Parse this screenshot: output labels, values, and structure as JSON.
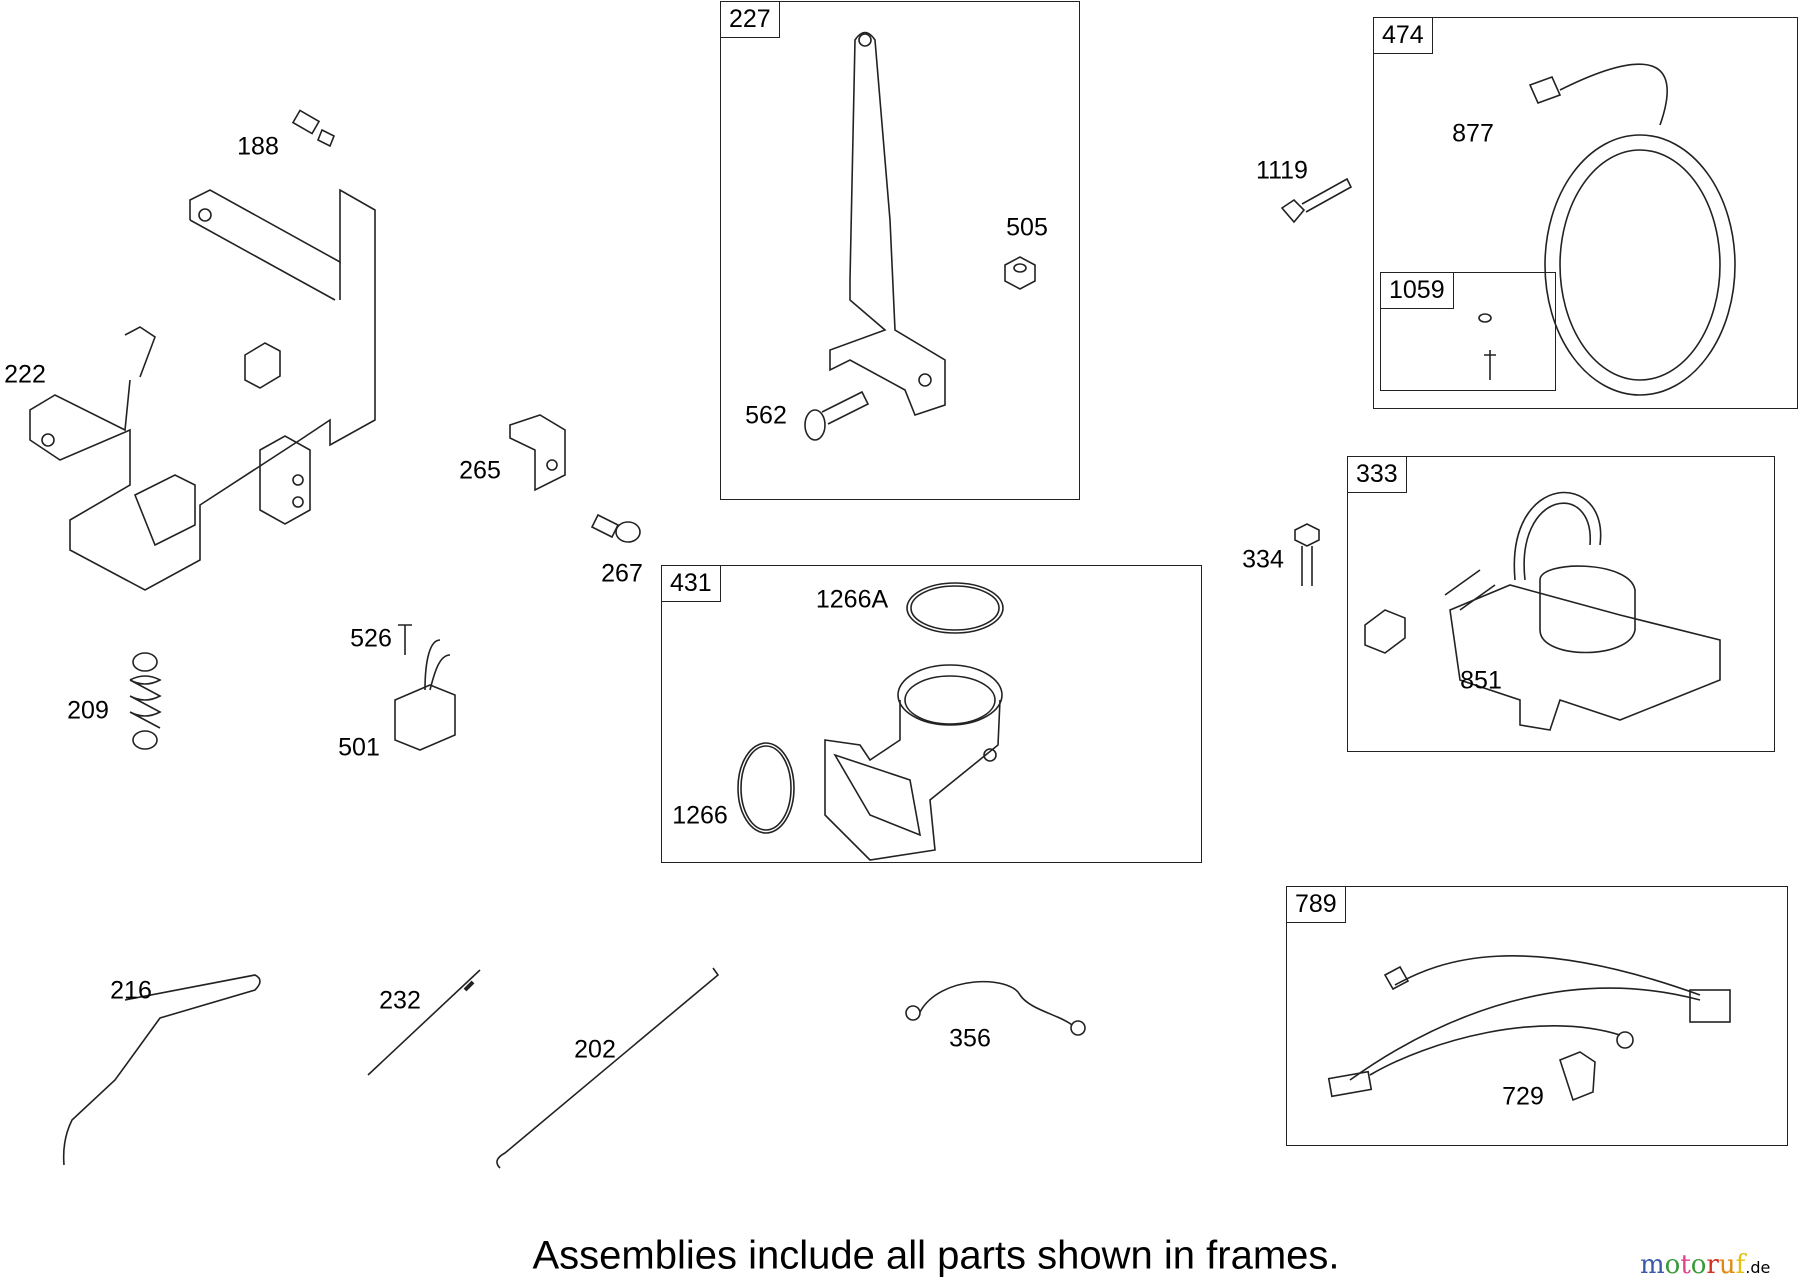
{
  "frames": {
    "f227": "227",
    "f474": "474",
    "f1059": "1059",
    "f333": "333",
    "f431": "431",
    "f789": "789"
  },
  "labels": {
    "p188": "188",
    "p222": "222",
    "p265": "265",
    "p267": "267",
    "p526": "526",
    "p501": "501",
    "p209": "209",
    "p562": "562",
    "p505": "505",
    "p1266A": "1266A",
    "p1266": "1266",
    "p1119": "1119",
    "p877": "877",
    "p334": "334",
    "p851": "851",
    "p216": "216",
    "p232": "232",
    "p202": "202",
    "p356": "356",
    "p729": "729"
  },
  "caption": "Assemblies include all parts shown in frames.",
  "watermark": {
    "text": "motoruf",
    "suffix": ".de",
    "colors": [
      "#3a5aa8",
      "#3a9a3a",
      "#e0408a",
      "#3a9a3a",
      "#d03020",
      "#e08a10",
      "#e0c010"
    ]
  }
}
